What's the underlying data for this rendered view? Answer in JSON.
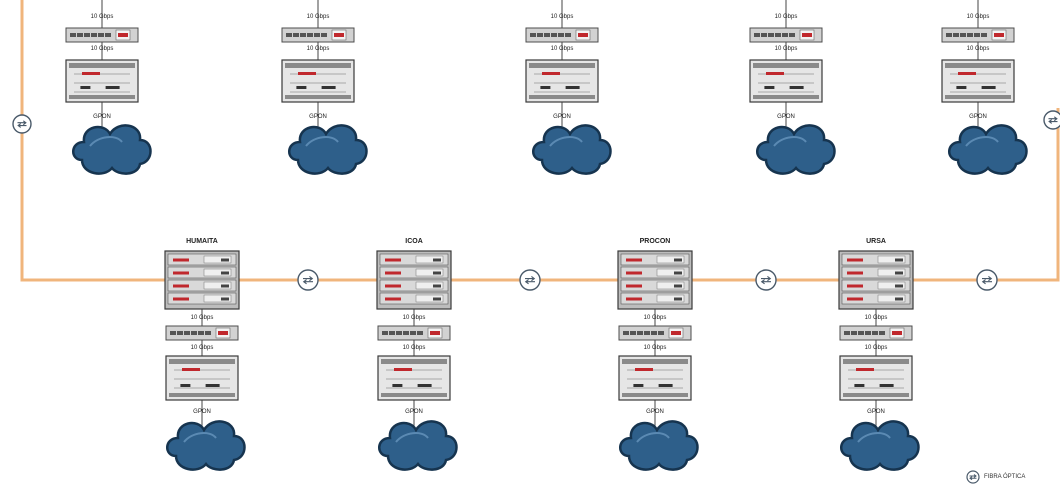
{
  "colors": {
    "fiber": "#f0b57c",
    "cloud_fill": "#2e5f8a",
    "cloud_stroke": "#16344f",
    "port_red": "#c0282d",
    "chassis": "#e6e6e6"
  },
  "top_nodes": [
    {
      "uplink": "10 Gbps",
      "downlink": "10 Gbps",
      "access": "GPON"
    },
    {
      "uplink": "10 Gbps",
      "downlink": "10 Gbps",
      "access": "GPON"
    },
    {
      "uplink": "10 Gbps",
      "downlink": "10 Gbps",
      "access": "GPON"
    },
    {
      "uplink": "10 Gbps",
      "downlink": "10 Gbps",
      "access": "GPON"
    },
    {
      "uplink": "10 Gbps",
      "downlink": "10 Gbps",
      "access": "GPON"
    }
  ],
  "bottom_nodes": [
    {
      "name": "HUMAITA",
      "uplink": "10 Gbps",
      "downlink": "10 Gbps",
      "access": "GPON"
    },
    {
      "name": "ICOA",
      "uplink": "10 Gbps",
      "downlink": "10 Gbps",
      "access": "GPON"
    },
    {
      "name": "PROCON",
      "uplink": "10 Gbps",
      "downlink": "10 Gbps",
      "access": "GPON"
    },
    {
      "name": "URSA",
      "uplink": "10 Gbps",
      "downlink": "10 Gbps",
      "access": "GPON"
    }
  ],
  "fiber_symbol_icon": "fiber-link-icon",
  "legend": {
    "label": "FIBRA ÓPTICA",
    "icon": "fiber-link-icon"
  }
}
